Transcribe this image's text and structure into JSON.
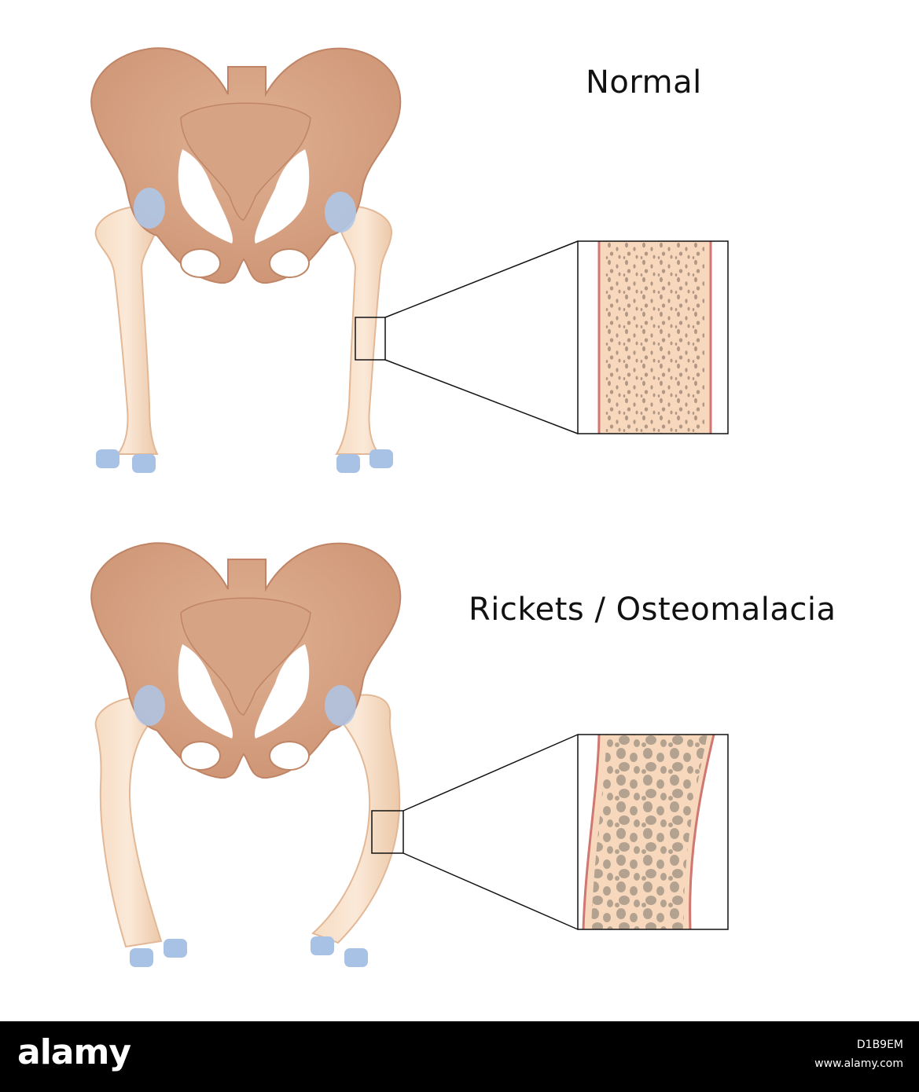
{
  "panels": {
    "normal": {
      "label": "Normal"
    },
    "rickets": {
      "label": "Rickets / Osteomalacia"
    }
  },
  "footer": {
    "brand": "alamy",
    "image_id": "D1B9EM",
    "site": "www.alamy.com"
  },
  "colors": {
    "pelvis": "#d9a98a",
    "pelvis_dark": "#c8916f",
    "pelvis_light": "#e8c0a0",
    "bone": "#f3d2b4",
    "bone_light": "#fae4cf",
    "cartilage": "#aac4e6",
    "cortex": "#d8847d",
    "footer_bg": "#000000"
  },
  "icons": [
    "pelvis-icon",
    "femur-icon",
    "bone-cross-section-icon"
  ]
}
